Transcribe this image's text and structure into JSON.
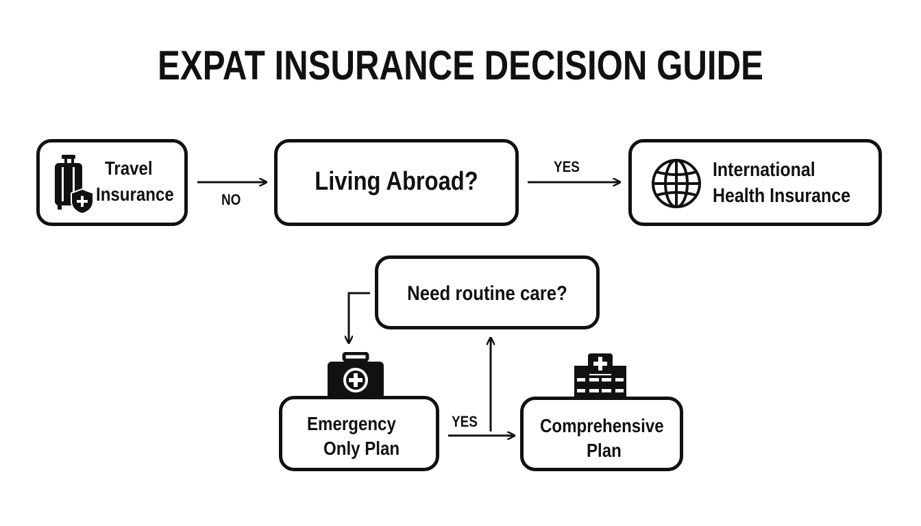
{
  "title": "EXPAT INSURANCE DECISION GUIDE",
  "nodes": {
    "travel": {
      "line1": "Travel",
      "line2": "Insurance",
      "icon": "luggage-shield-icon"
    },
    "living_abroad": {
      "label": "Living Abroad?"
    },
    "international": {
      "line1": "International",
      "line2": "Health Insurance",
      "icon": "globe-icon"
    },
    "routine_care": {
      "label": "Need routine care?"
    },
    "emergency": {
      "line1": "Emergency",
      "line2": "Only Plan",
      "icon": "first-aid-kit-icon"
    },
    "comprehensive": {
      "line1": "Comprehensive",
      "line2": "Plan",
      "icon": "hospital-icon"
    }
  },
  "edges": {
    "no_label": "NO",
    "yes_top_label": "YES",
    "yes_bottom_label": "YES"
  },
  "colors": {
    "stroke": "#111111",
    "background": "#ffffff"
  }
}
